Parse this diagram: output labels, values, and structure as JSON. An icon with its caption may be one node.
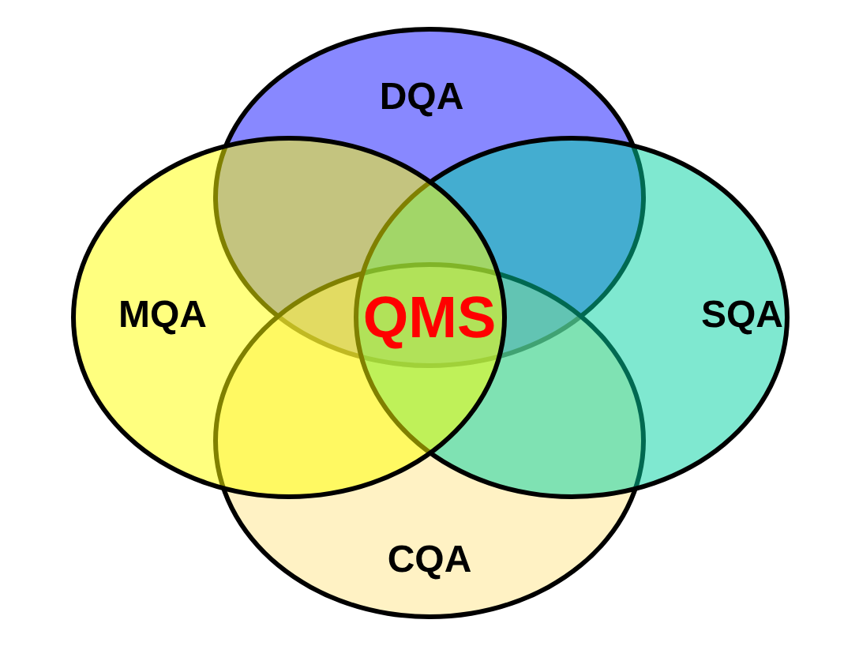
{
  "diagram": {
    "nodes": [
      {
        "text": [
          "DQA"
        ]
      },
      {
        "text": [
          "MQA"
        ]
      },
      {
        "text": [
          "SQA"
        ]
      },
      {
        "text": [
          "CQA"
        ]
      }
    ],
    "labels": [
      "QMS"
    ]
  }
}
